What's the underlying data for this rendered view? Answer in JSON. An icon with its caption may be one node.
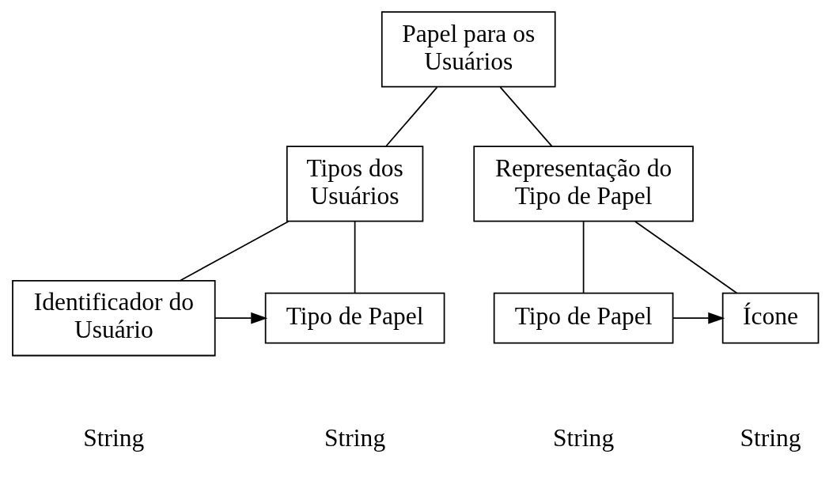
{
  "diagram": {
    "nodes": [
      {
        "text": [
          "Papel para os Usuários"
        ]
      },
      {
        "text": [
          "Tipos dos Usuários"
        ]
      },
      {
        "text": [
          "Representação do Tipo de Papel"
        ]
      },
      {
        "text": [
          "Identificador do Usuário"
        ],
        "beside": [
          "String"
        ]
      },
      {
        "text": [
          "Tipo de Papel"
        ],
        "beside": [
          "String"
        ]
      },
      {
        "text": [
          "Tipo de Papel"
        ],
        "beside": [
          "String"
        ]
      },
      {
        "text": [
          "Ícone"
        ],
        "beside": [
          "String"
        ]
      }
    ],
    "edges": [
      {
        "from": 0,
        "to": 1,
        "arrow": "none"
      },
      {
        "from": 0,
        "to": 2,
        "arrow": "none"
      },
      {
        "from": 1,
        "to": 3,
        "arrow": "none"
      },
      {
        "from": 1,
        "to": 4,
        "arrow": "none"
      },
      {
        "from": 3,
        "to": 4,
        "arrow": "to"
      },
      {
        "from": 2,
        "to": 5,
        "arrow": "none"
      },
      {
        "from": 2,
        "to": 6,
        "arrow": "none"
      },
      {
        "from": 5,
        "to": 6,
        "arrow": "to"
      }
    ]
  }
}
